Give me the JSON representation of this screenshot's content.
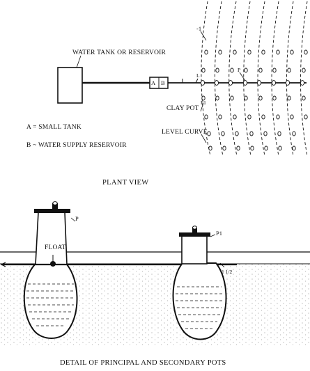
{
  "plan_view": {
    "water_tank_label": "WATER TANK OR RESERVOIR",
    "tank_a_letter": "A",
    "tank_b_letter": "B",
    "pipe_mark": "L",
    "row_mark": "-1",
    "pot_mark_p": "P",
    "pot_mark_p1": "P1",
    "clay_pot_label": "CLAY POT",
    "level_curve_label": "LEVEL CURVE",
    "legend_a": "A = SMALL TANK",
    "legend_b": "B ~ WATER SUPPLY RESERVOIR",
    "title": "PLANT VIEW"
  },
  "detail_view": {
    "principal_pot_mark": "P",
    "float_label": "FLOAT",
    "secondary_pot_mark": "P1",
    "pipe_size_label": "1 1/2",
    "title": "DETAIL OF PRINCIPAL AND SECONDARY POTS"
  },
  "colors": {
    "ink": "#111111",
    "soil_dot": "#7a7a7a",
    "background": "#ffffff"
  }
}
